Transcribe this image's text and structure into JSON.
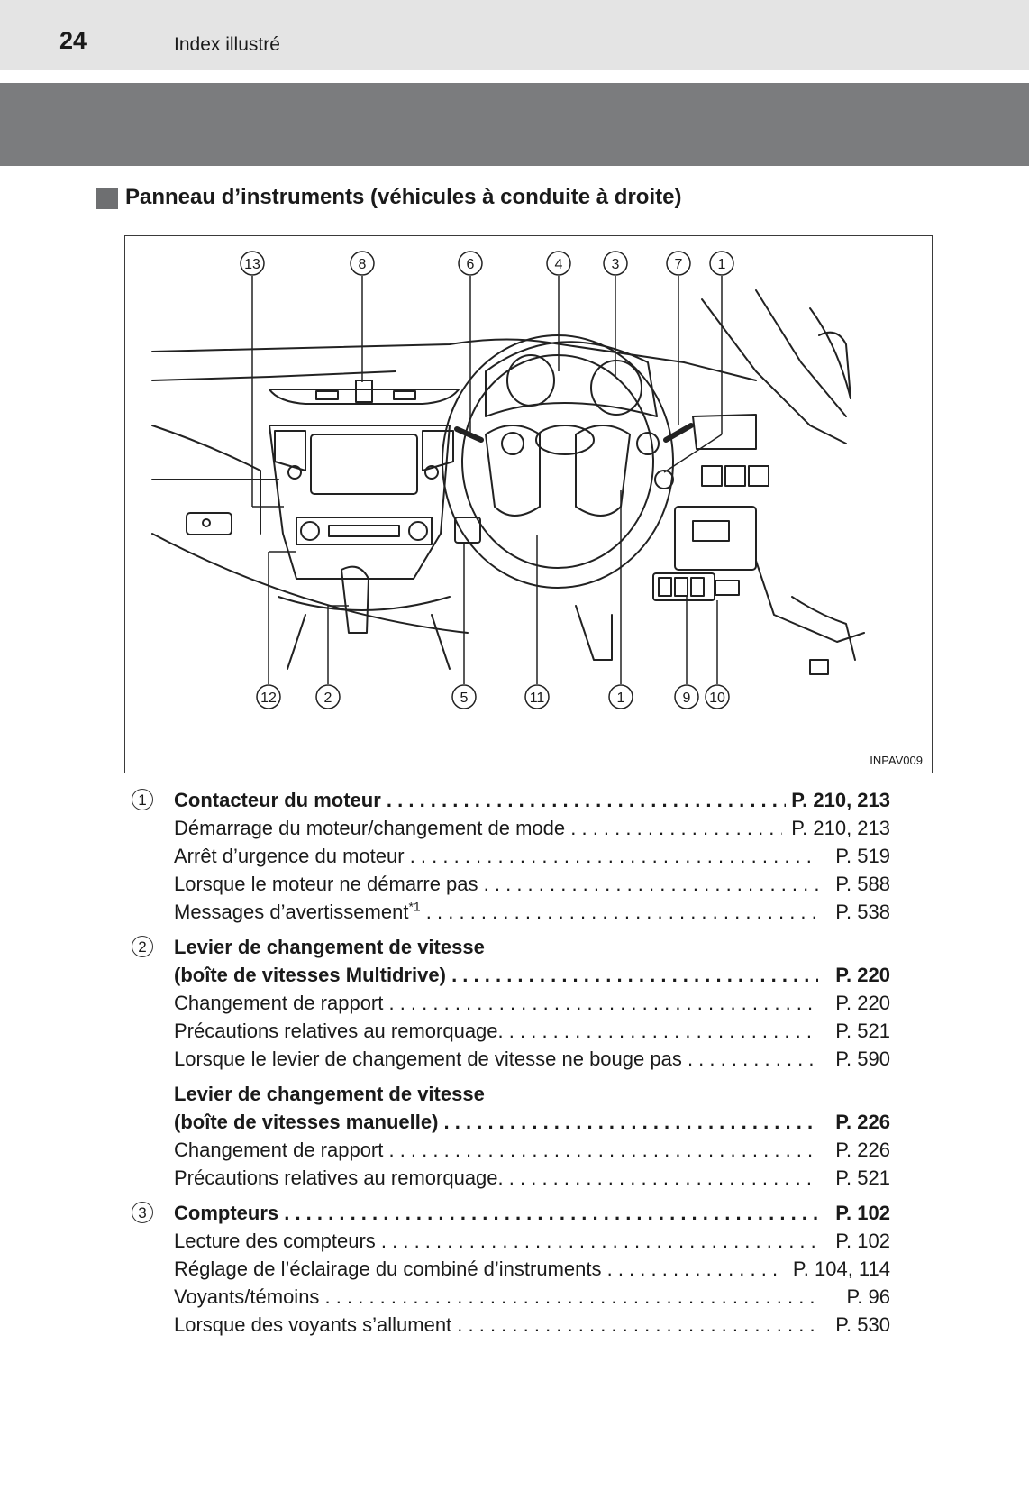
{
  "header": {
    "page_number": "24",
    "title": "Index illustré"
  },
  "section": {
    "title": "Panneau d’instruments (véhicules à conduite à droite)"
  },
  "diagram": {
    "code": "INPAV009",
    "top_callouts": [
      "13",
      "8",
      "6",
      "4",
      "3",
      "7",
      "1"
    ],
    "bottom_callouts": [
      "12",
      "2",
      "5",
      "11",
      "1",
      "9",
      "10"
    ]
  },
  "entries": [
    {
      "num": "1",
      "lines": [
        {
          "label": "Contacteur du moteur",
          "page": "P. 210, 213",
          "bold": true
        },
        {
          "label": "Démarrage du moteur/changement de mode",
          "page": "P. 210, 213"
        },
        {
          "label": "Arrêt d’urgence du moteur",
          "page": "P. 519"
        },
        {
          "label": "Lorsque le moteur ne démarre pas",
          "page": "P. 588"
        },
        {
          "label": "Messages d’avertissement",
          "sup": "*1",
          "page": "P. 538"
        }
      ]
    },
    {
      "num": "2",
      "lines": [
        {
          "label": "Levier de changement de vitesse",
          "page": "",
          "bold": true
        },
        {
          "label": "(boîte de vitesses Multidrive)",
          "page": "P. 220",
          "bold": true
        },
        {
          "label": "Changement de rapport",
          "page": "P. 220"
        },
        {
          "label": "Précautions relatives au remorquage.",
          "page": "P. 521"
        },
        {
          "label": "Lorsque le levier de changement de vitesse ne bouge pas",
          "page": "P. 590"
        }
      ]
    },
    {
      "num": "",
      "lines": [
        {
          "label": "Levier de changement de vitesse",
          "page": "",
          "bold": true
        },
        {
          "label": "(boîte de vitesses manuelle)",
          "page": "P. 226",
          "bold": true
        },
        {
          "label": "Changement de rapport",
          "page": "P. 226"
        },
        {
          "label": "Précautions relatives au remorquage.",
          "page": "P. 521"
        }
      ]
    },
    {
      "num": "3",
      "lines": [
        {
          "label": "Compteurs",
          "page": "P. 102",
          "bold": true
        },
        {
          "label": "Lecture des compteurs",
          "page": "P. 102"
        },
        {
          "label": "Réglage de l’éclairage du combiné d’instruments",
          "page": "P. 104, 114"
        },
        {
          "label": "Voyants/témoins",
          "page": "P. 96"
        },
        {
          "label": "Lorsque des voyants s’allument",
          "page": "P. 530"
        }
      ]
    }
  ]
}
